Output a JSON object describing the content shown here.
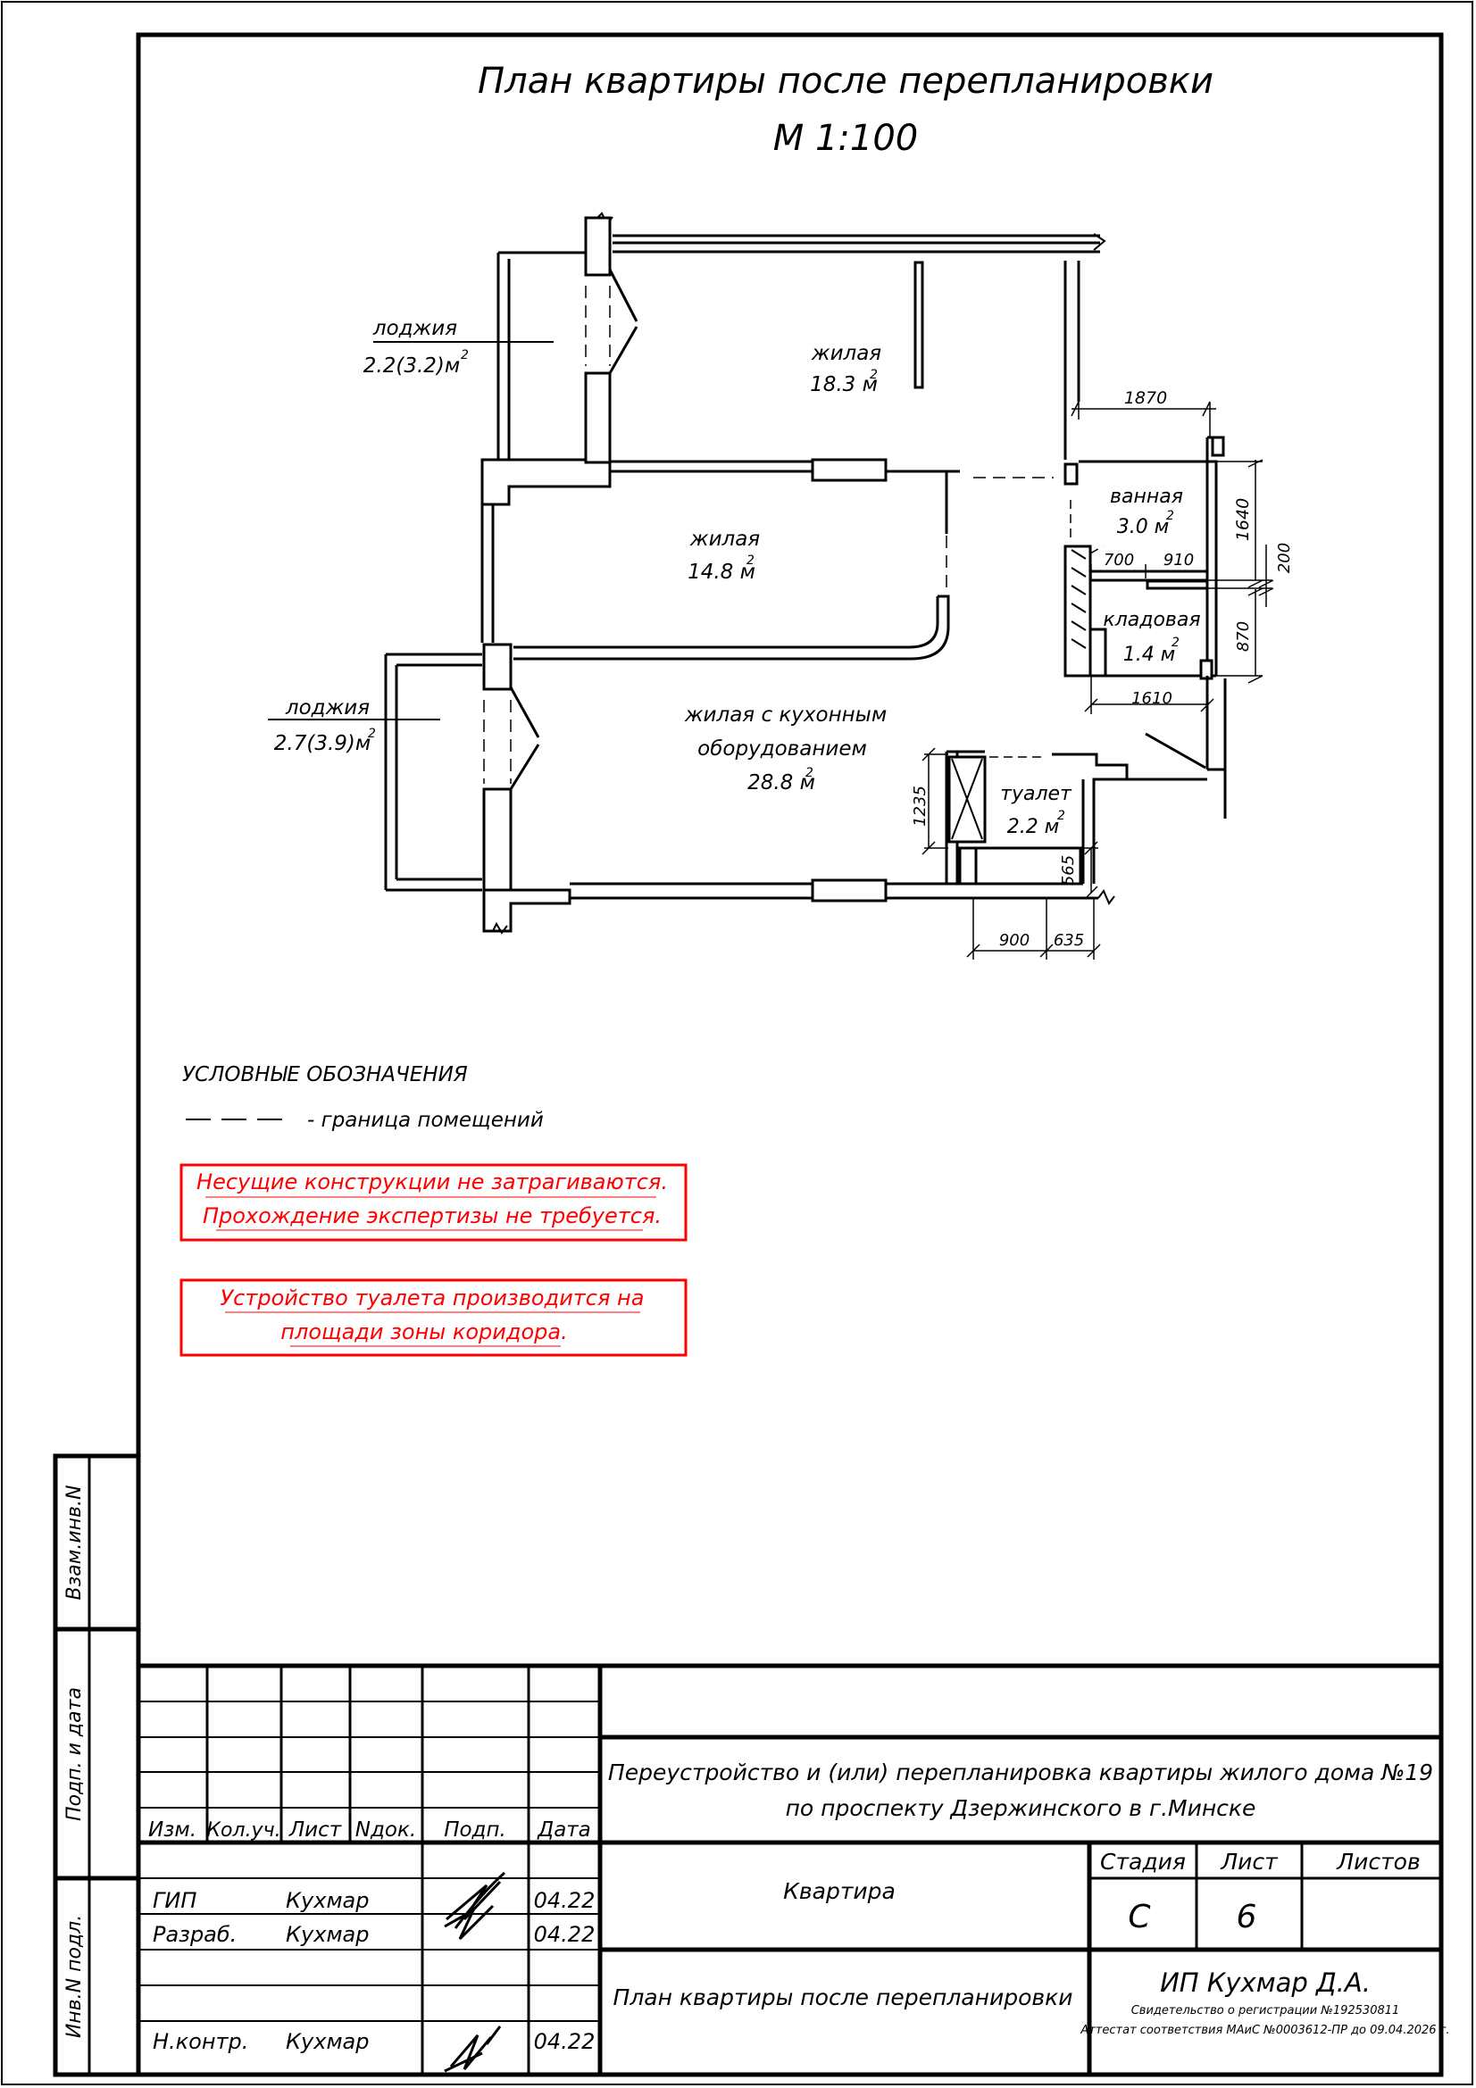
{
  "title": {
    "line1": "План квартиры после перепланировки",
    "line2": "М 1:100"
  },
  "rooms": {
    "loggia_top": {
      "name": "лоджия",
      "area": "2.2(3.2)м"
    },
    "living_top": {
      "name": "жилая",
      "area": "18.3 м"
    },
    "living_mid": {
      "name": "жилая",
      "area": "14.8 м"
    },
    "loggia_bottom": {
      "name": "лоджия",
      "area": "2.7(3.9)м"
    },
    "kitchen_living": {
      "name1": "жилая с кухонным",
      "name2": "оборудованием",
      "area": "28.8 м"
    },
    "bath": {
      "name": "ванная",
      "area": "3.0 м"
    },
    "storage": {
      "name": "кладовая",
      "area": "1.4 м"
    },
    "toilet": {
      "name": "туалет",
      "area": "2.2 м"
    },
    "sup": "2"
  },
  "dimensions": {
    "d1870": "1870",
    "d1640": "1640",
    "d700": "700",
    "d910": "910",
    "d200": "200",
    "d870": "870",
    "d1610": "1610",
    "d1235": "1235",
    "d565": "565",
    "d900": "900",
    "d635": "635"
  },
  "legend": {
    "heading": "УСЛОВНЫЕ ОБОЗНАЧЕНИЯ",
    "item": "- граница помещений"
  },
  "notes": {
    "box1_line1": "Несущие конструкции не затрагиваются.",
    "box1_line2": "Прохождение экспертизы не требуется.",
    "box2_line1": "Устройство туалета производится на",
    "box2_line2": "площади зоны коридора.",
    "color": "#ff0000"
  },
  "side_stamp": {
    "vzam": "Взам.инв.N",
    "podp": "Подп. и дата",
    "inv": "Инв.N подл."
  },
  "title_block": {
    "headers": [
      "Изм.",
      "Кол.уч.",
      "Лист",
      "Nдок.",
      "Подп.",
      "Дата"
    ],
    "rows": [
      {
        "role": "ГИП",
        "name": "Кухмар",
        "date": "04.22"
      },
      {
        "role": "Разраб.",
        "name": "Кухмар",
        "date": "04.22"
      },
      {
        "role": "Н.контр.",
        "name": "Кухмар",
        "date": "04.22"
      }
    ],
    "project_line1": "Переустройство и (или) перепланировка квартиры жилого дома №19",
    "project_line2": "по проспекту Дзержинского в г.Минске",
    "object": "Квартира",
    "stage_label": "Стадия",
    "sheet_label": "Лист",
    "sheets_label": "Листов",
    "stage": "С",
    "sheet": "6",
    "drawing_name": "План квартиры после перепланировки",
    "company": "ИП Кухмар Д.А.",
    "cert1": "Свидетельство о регистрации №192530811",
    "cert2": "Аттестат соответствия МАиС №0003612-ПР до 09.04.2026 г."
  }
}
